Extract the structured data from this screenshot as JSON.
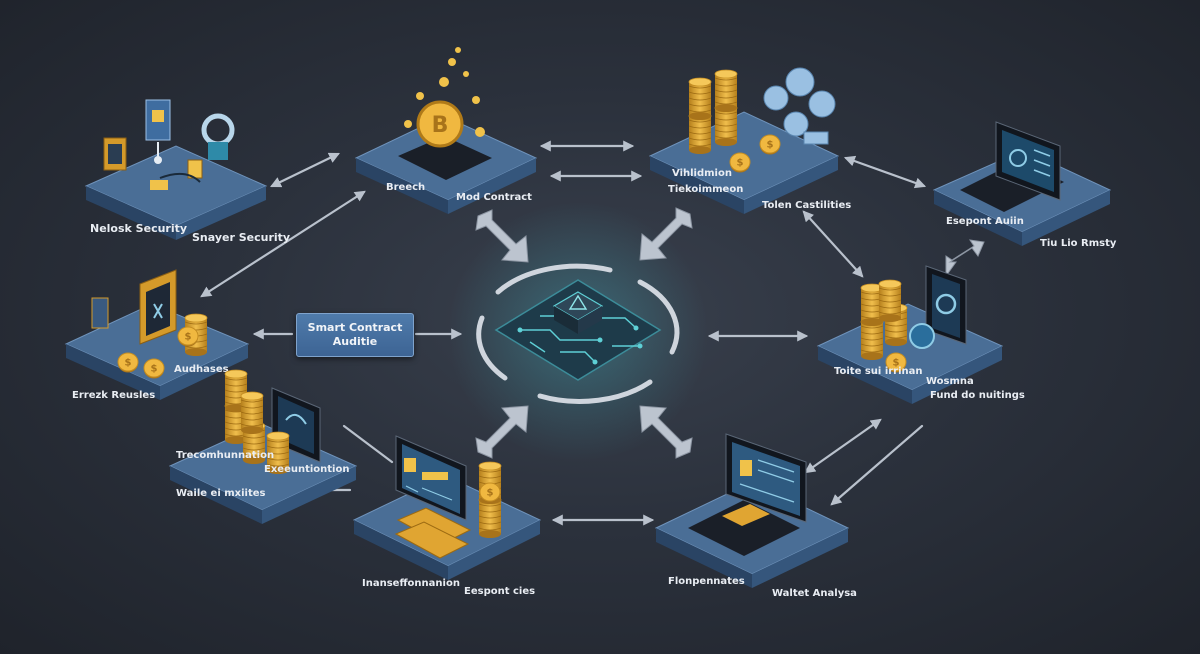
{
  "diagram": {
    "center_node": {
      "line1": "Smart Contract",
      "line2": "Auditie"
    },
    "nodes": [
      {
        "id": "network-security",
        "labels": [
          "Nelosk Security",
          "Snayer Security"
        ]
      },
      {
        "id": "breach-contract",
        "labels": [
          "Breech",
          "Mod Contract"
        ]
      },
      {
        "id": "validation",
        "labels": [
          "Vihlidmion",
          "Tiekoimmeon"
        ]
      },
      {
        "id": "token-capabilities",
        "labels": [
          "Tolen Castilities"
        ]
      },
      {
        "id": "endpoint-audit",
        "labels": [
          "Esepont Auiin",
          "Tiu Lio Rmsty"
        ]
      },
      {
        "id": "attack-revenue",
        "labels": [
          "Errezk Reusles",
          "Audhases"
        ]
      },
      {
        "id": "transaction",
        "labels": [
          "Trecomhunnation",
          "Waile ei mxiites"
        ]
      },
      {
        "id": "transaction-ext",
        "labels": [
          "Exeeuntiontion"
        ]
      },
      {
        "id": "token-warning",
        "labels": [
          "Toite sui irrinan",
          "Wosmna",
          "Fund do nuitings"
        ]
      },
      {
        "id": "integration",
        "labels": [
          "Inanseffonnanion",
          "Eespont cies"
        ]
      },
      {
        "id": "wallet-analysis",
        "labels": [
          "Flonpennates",
          "Waltet Analysa"
        ]
      }
    ],
    "colors": {
      "background": "#2b313c",
      "platform_top": "#4a6e96",
      "platform_side": "#2e4a6c",
      "coin": "#e0a532",
      "coin_shadow": "#b07a18",
      "circuit": "#5ed0d6",
      "arrow": "#b9c1cc"
    }
  }
}
